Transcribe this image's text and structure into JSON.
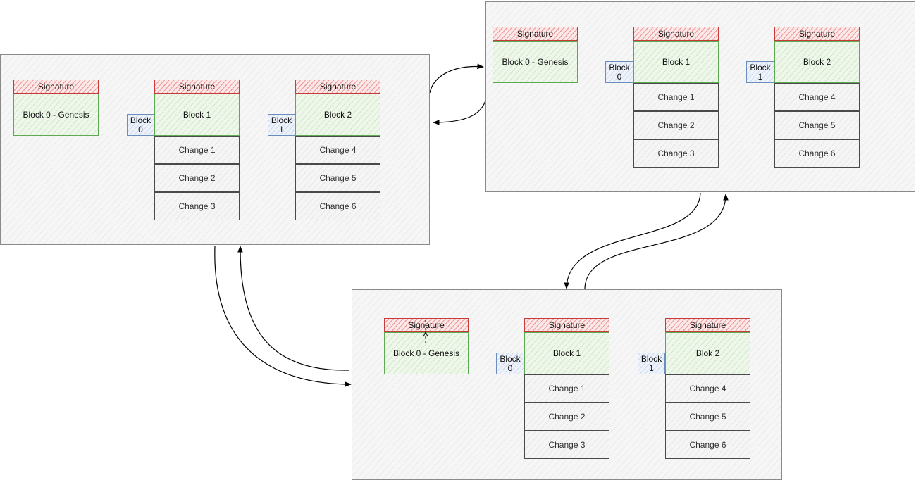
{
  "colors": {
    "signature_border": "#c83b3b",
    "block_border": "#5daa52",
    "change_border": "#4a4a4a",
    "reference_border": "#6c8ebf",
    "panel_border": "#8a8a8a"
  },
  "nodes": [
    {
      "genesis": {
        "signature": "Signature",
        "label": "Block 0 - Genesis"
      },
      "block1": {
        "signature": "Signature",
        "label": "Block 1",
        "ref_line1": "Block",
        "ref_line2": "0",
        "changes": [
          "Change 1",
          "Change 2",
          "Change 3"
        ]
      },
      "block2": {
        "signature": "Signature",
        "label": "Block 2",
        "ref_line1": "Block",
        "ref_line2": "1",
        "changes": [
          "Change 4",
          "Change 5",
          "Change 6"
        ]
      }
    },
    {
      "genesis": {
        "signature": "Signature",
        "label": "Block 0 - Genesis"
      },
      "block1": {
        "signature": "Signature",
        "label": "Block 1",
        "ref_line1": "Block",
        "ref_line2": "0",
        "changes": [
          "Change 1",
          "Change 2",
          "Change 3"
        ]
      },
      "block2": {
        "signature": "Signature",
        "label": "Block 2",
        "ref_line1": "Block",
        "ref_line2": "1",
        "changes": [
          "Change 4",
          "Change 5",
          "Change 6"
        ]
      }
    },
    {
      "genesis": {
        "signature": "Signature",
        "label": "Block 0 - Genesis"
      },
      "block1": {
        "signature": "Signature",
        "label": "Block 1",
        "ref_line1": "Block",
        "ref_line2": "0",
        "changes": [
          "Change 1",
          "Change 2",
          "Change 3"
        ]
      },
      "block2": {
        "signature": "Signature",
        "label": "Blok 2",
        "ref_line1": "Block",
        "ref_line2": "1",
        "changes": [
          "Change 4",
          "Change 5",
          "Change 6"
        ]
      }
    }
  ]
}
